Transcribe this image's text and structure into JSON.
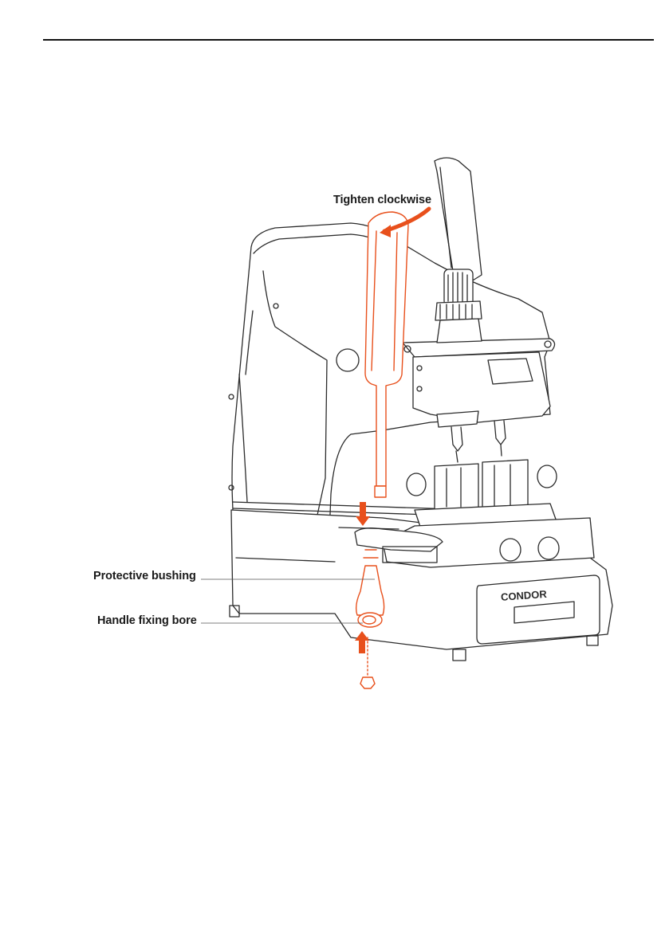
{
  "figure": {
    "callouts": {
      "tighten": "Tighten clockwise",
      "bushing": "Protective bushing",
      "bore": "Handle fixing bore"
    },
    "brand_plate": "CONDOR"
  },
  "colors": {
    "accent": "#e8501c",
    "line": "#2b2b2b"
  }
}
